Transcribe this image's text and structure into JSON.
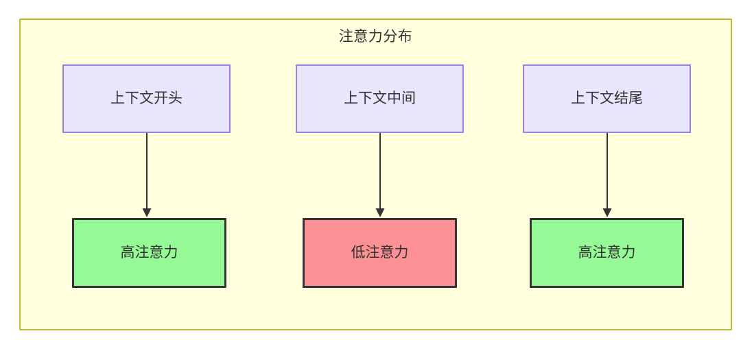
{
  "diagram": {
    "title": "注意力分布",
    "colors": {
      "container_bg": "#ffffdd",
      "container_border": "#bbbb33",
      "context_fill": "#e8e6fc",
      "context_border": "#9b7ede",
      "high_attention_fill": "#95f995",
      "low_attention_fill": "#fc9195",
      "node_border_dark": "#333333",
      "text": "#333333",
      "arrow": "#333333"
    },
    "columns": [
      {
        "source": {
          "label": "上下文开头",
          "type": "context"
        },
        "target": {
          "label": "高注意力",
          "type": "high-attention"
        },
        "edge": {
          "kind": "arrow",
          "direction": "down"
        }
      },
      {
        "source": {
          "label": "上下文中间",
          "type": "context"
        },
        "target": {
          "label": "低注意力",
          "type": "low-attention"
        },
        "edge": {
          "kind": "arrow",
          "direction": "down"
        }
      },
      {
        "source": {
          "label": "上下文结尾",
          "type": "context"
        },
        "target": {
          "label": "高注意力",
          "type": "high-attention"
        },
        "edge": {
          "kind": "arrow",
          "direction": "down"
        }
      }
    ]
  }
}
